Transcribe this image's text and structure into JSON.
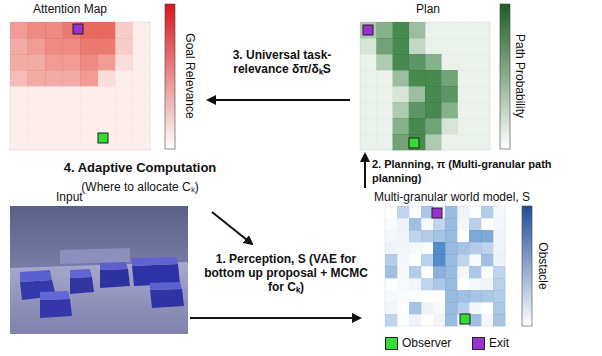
{
  "diagram": {
    "nodes": [
      {
        "text": [
          "Attention Map"
        ]
      },
      {
        "text": [
          "Plan"
        ]
      },
      {
        "text": [
          "Input"
        ]
      },
      {
        "text": [
          "Multi-granular world model, S"
        ]
      }
    ],
    "edges": [
      {
        "from": 2,
        "to": 3,
        "arrow": "to",
        "label": "1. Perception, S (VAE for bottom up proposal + MCMC for Cₖ)"
      },
      {
        "from": 3,
        "to": 1,
        "arrow": "to",
        "label": "2. Planning, π (Multi-granular path planning)"
      },
      {
        "from": 1,
        "to": 0,
        "arrow": "to",
        "label": "3. Universal task-relevance δπ/δₖS"
      }
    ],
    "labels": [
      "Goal Relevance",
      "Path Probability",
      "Obstacle",
      "4. Adaptive Computation",
      "(Where to allocate Cₖ)"
    ],
    "legend": [
      {
        "text": "Observer",
        "color": "#33dd33"
      },
      {
        "text": "Exit",
        "color": "#9b30d0"
      }
    ]
  }
}
